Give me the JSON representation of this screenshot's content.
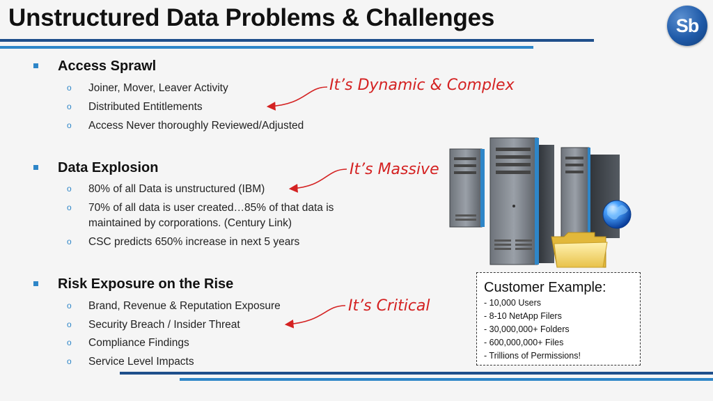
{
  "title": "Unstructured Data Problems & Challenges",
  "logo_text": "Sb",
  "sections": [
    {
      "heading": "Access Sprawl",
      "items": [
        "Joiner, Mover, Leaver Activity",
        "Distributed Entitlements",
        "Access Never thoroughly Reviewed/Adjusted"
      ]
    },
    {
      "heading": "Data Explosion",
      "items": [
        "80% of all Data is unstructured (IBM)",
        "70% of all data is user created…85% of that data is",
        "maintained by corporations.  (Century Link)",
        "CSC predicts 650% increase in next 5 years"
      ]
    },
    {
      "heading": "Risk Exposure on the Rise",
      "items": [
        "Brand, Revenue & Reputation Exposure",
        "Security Breach / Insider Threat",
        "Compliance Findings",
        "Service Level Impacts"
      ]
    }
  ],
  "callouts": [
    "It’s Dynamic & Complex",
    "It’s Massive",
    "It’s Critical"
  ],
  "bullet_glyph": "o",
  "customer_example": {
    "heading": "Customer Example:",
    "lines": [
      "- 10,000 Users",
      "- 8-10 NetApp Filers",
      "- 30,000,000+ Folders",
      "- 600,000,000+ Files",
      "- Trillions of Permissions!"
    ]
  },
  "colors": {
    "accent": "#2e86c8",
    "dark_bar": "#1f4f8b",
    "callout": "#d42222"
  },
  "icons": [
    "server-tower-icon",
    "globe-icon",
    "folder-icon",
    "logo-badge"
  ]
}
